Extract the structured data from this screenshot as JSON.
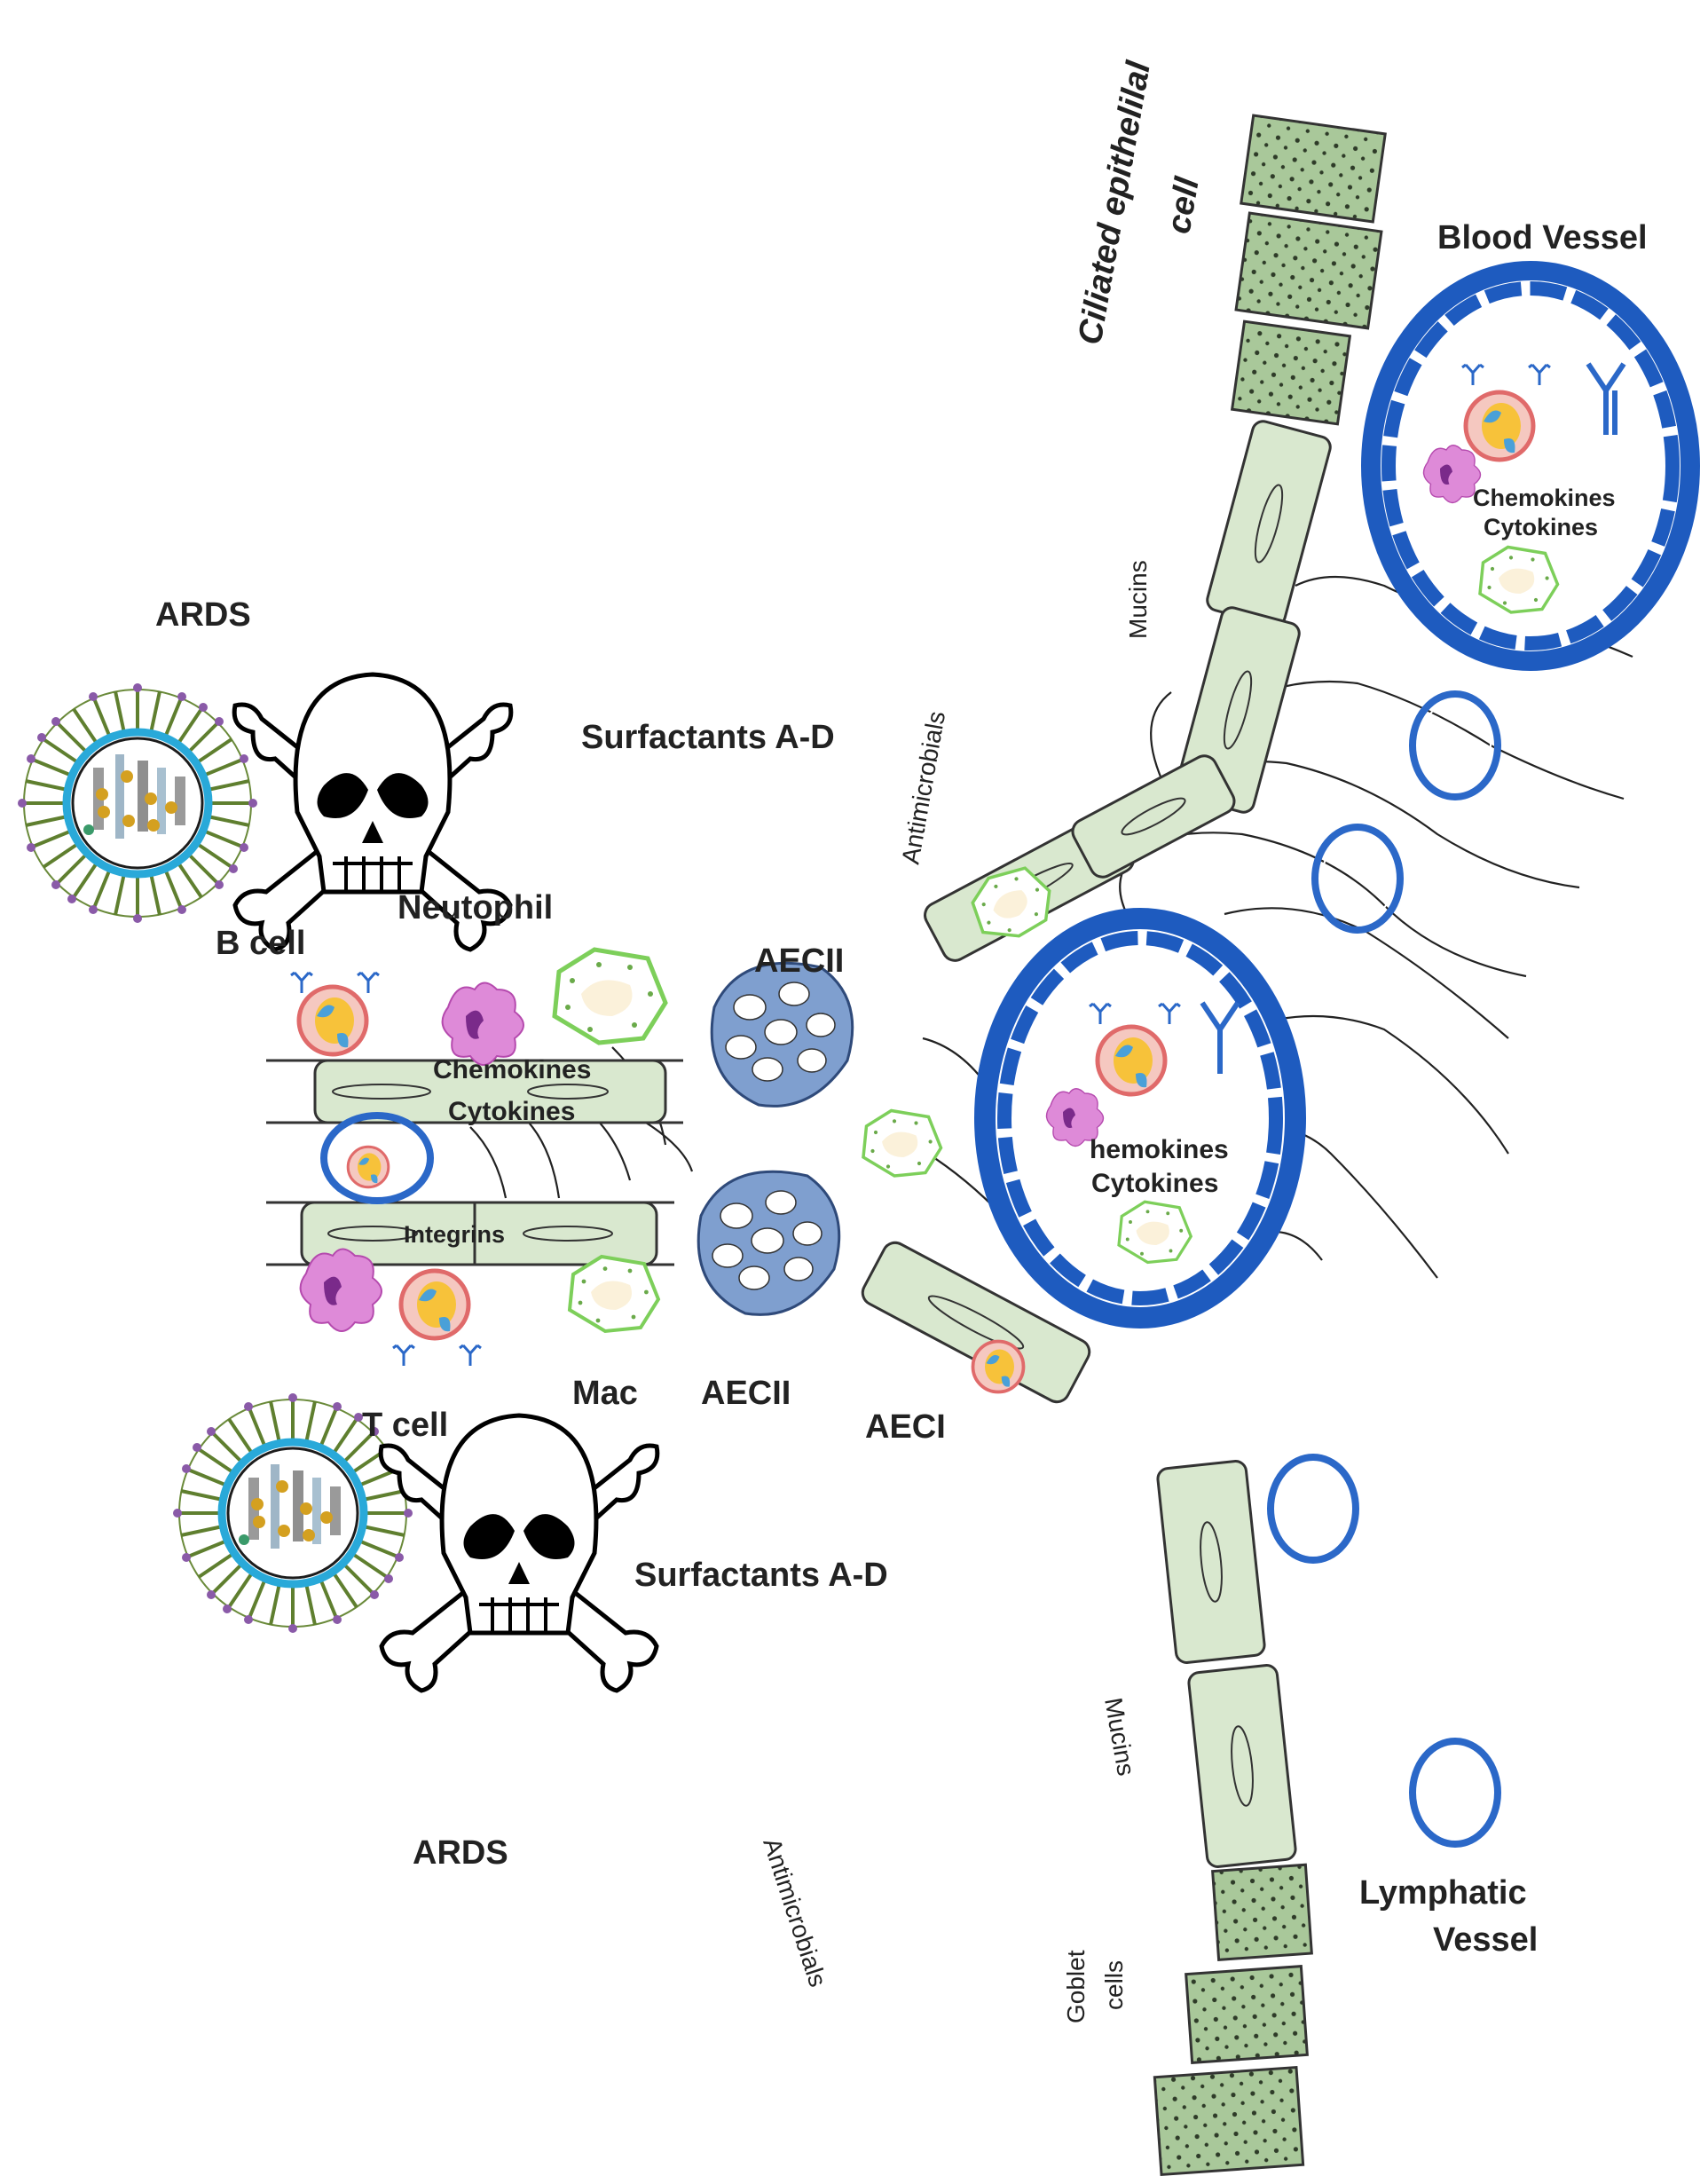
{
  "colors": {
    "epithelium": "#d9e8cf",
    "ciliated": "#a9c89a",
    "aecii": "#7f9fcf",
    "vessel": "#1e5bbf",
    "bcell": "#f2b8b8",
    "neutrophil": "#d777d0",
    "macrophage": "#7dcf5a",
    "antibody": "#2b68c8"
  },
  "labels": {
    "ards_top": "ARDS",
    "ards_bottom": "ARDS",
    "neutophil": "Neutophil",
    "b_cell": "B cell",
    "t_cell": "T  cell",
    "mac": "Mac",
    "aecii_top": "AECII",
    "aecii_bottom": "AECII",
    "aeci": "AECI",
    "chemokines_left": "Chemokines",
    "cytokines_left": "Cytokines",
    "integrins": "Integrins",
    "surfactants_top": "Surfactants A-D",
    "surfactants_bottom": "Surfactants A-D",
    "antimicrobials_top": "Antimicrobials",
    "antimicrobials_bottom": "Antimicrobials",
    "mucins_top": "Mucins",
    "mucins_bottom": "Mucins",
    "ciliated_line1": "Ciliated epithelilal",
    "ciliated_line2": "cell",
    "blood_vessel": "Blood Vessel",
    "chemokines_vessel1": "Chemokines",
    "cytokines_vessel1": "Cytokines",
    "chemokines_vessel2": "hemokines",
    "cytokines_vessel2": "Cytokines",
    "lymphatic_line1": "Lymphatic",
    "lymphatic_line2": "Vessel",
    "goblet_line1": "Goblet",
    "goblet_line2": "cells"
  }
}
